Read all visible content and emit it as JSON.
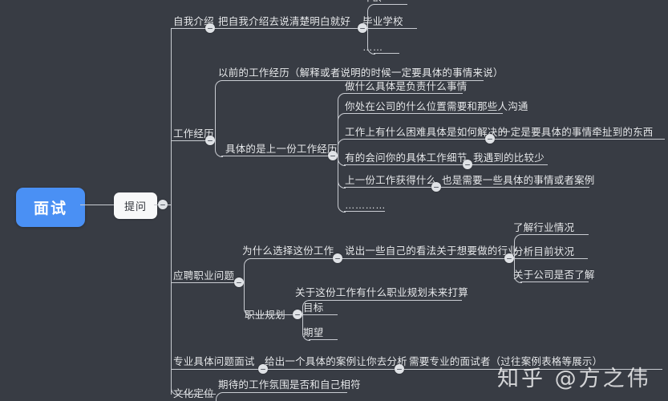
{
  "canvas": {
    "background": "#383c44",
    "line_color": "#c9ccd2",
    "text_color": "#e9ebee",
    "accent": "#4a90f4"
  },
  "root": {
    "label": "面试"
  },
  "level1": {
    "label": "提问"
  },
  "branches": [
    {
      "label": "自我介绍",
      "children": [
        {
          "label": "把自我介绍去说清楚明白就好",
          "children": [
            {
              "label": "年龄"
            },
            {
              "label": "毕业学校"
            },
            {
              "label": "……"
            }
          ]
        }
      ]
    },
    {
      "label": "工作经历",
      "children": [
        {
          "label": "以前的工作经历（解释或者说明的时候一定要具体的事情来说）"
        },
        {
          "label": "具体的是上一份工作经历",
          "children": [
            {
              "label": "做什么具体是负责什么事情"
            },
            {
              "label": "你处在公司的什么位置需要和那些人沟通"
            },
            {
              "label": "工作上有什么困难具体是如何解决的",
              "note": "一定是要具体的事情牵扯到的东西"
            },
            {
              "label": "有的会问你的具体工作细节",
              "note": "我遇到的比较少"
            },
            {
              "label": "上一份工作获得什么",
              "note": "也是需要一些具体的事情或者案例"
            },
            {
              "label": "…………"
            }
          ]
        }
      ]
    },
    {
      "label": "应聘职业问题",
      "children": [
        {
          "label": "为什么选择这份工作",
          "note": "说出一些自己的看法关于想要做的行业",
          "children": [
            {
              "label": "了解行业情况"
            },
            {
              "label": "分析目前状况"
            },
            {
              "label": "关于公司是否了解"
            }
          ]
        },
        {
          "label": "职业规划",
          "children": [
            {
              "label": "关于这份工作有什么职业规划未来打算"
            },
            {
              "label": "目标"
            },
            {
              "label": "期望"
            }
          ]
        }
      ]
    },
    {
      "label": "专业具体问题面试",
      "children": [
        {
          "label": "给出一个具体的案例让你去分析",
          "note": "需要专业的面试者（过往案例表格等展示）"
        }
      ]
    },
    {
      "label": "文化定位",
      "children": [
        {
          "label": "期待的工作氛围是否和自己相符"
        }
      ]
    }
  ],
  "watermark": {
    "text": "知乎 @方之伟"
  }
}
